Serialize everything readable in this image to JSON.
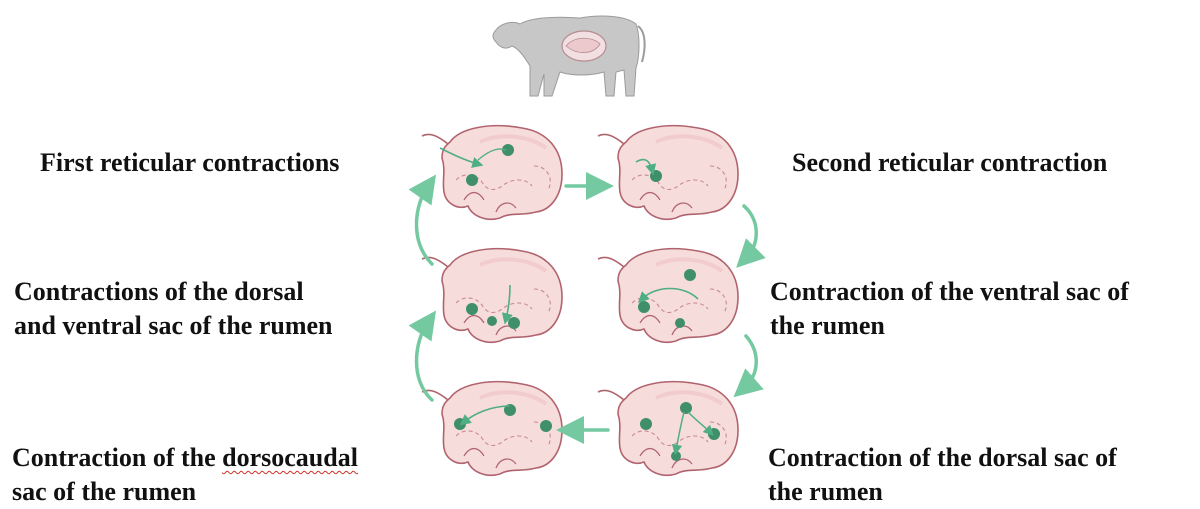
{
  "labels": {
    "first_reticular": "First reticular contractions",
    "second_reticular": "Second reticular contraction",
    "dorsal_ventral_line1": "Contractions of the dorsal",
    "dorsal_ventral_line2": "and ventral sac of the rumen",
    "ventral_sac_line1": "Contraction of the ventral sac of",
    "ventral_sac_line2": "the rumen",
    "dorsocaudal_prefix": "Contraction of the ",
    "dorsocaudal_word": "dorsocaudal",
    "dorsocaudal_line2": "sac of the rumen",
    "dorsal_sac_line1": "Contraction of the dorsal sac of",
    "dorsal_sac_line2": "the rumen"
  },
  "colors": {
    "arrow": "#74c9a0",
    "stomach_fill": "#f7dcdc",
    "stomach_stroke": "#b0646e",
    "digesta": "#3f8f69",
    "cow": "#c7c7c7",
    "spellcheck_underline": "#d0302a"
  },
  "icons": {
    "cow": "cow-illustration-icon",
    "stomach": "rumen-reticulum-icon"
  }
}
